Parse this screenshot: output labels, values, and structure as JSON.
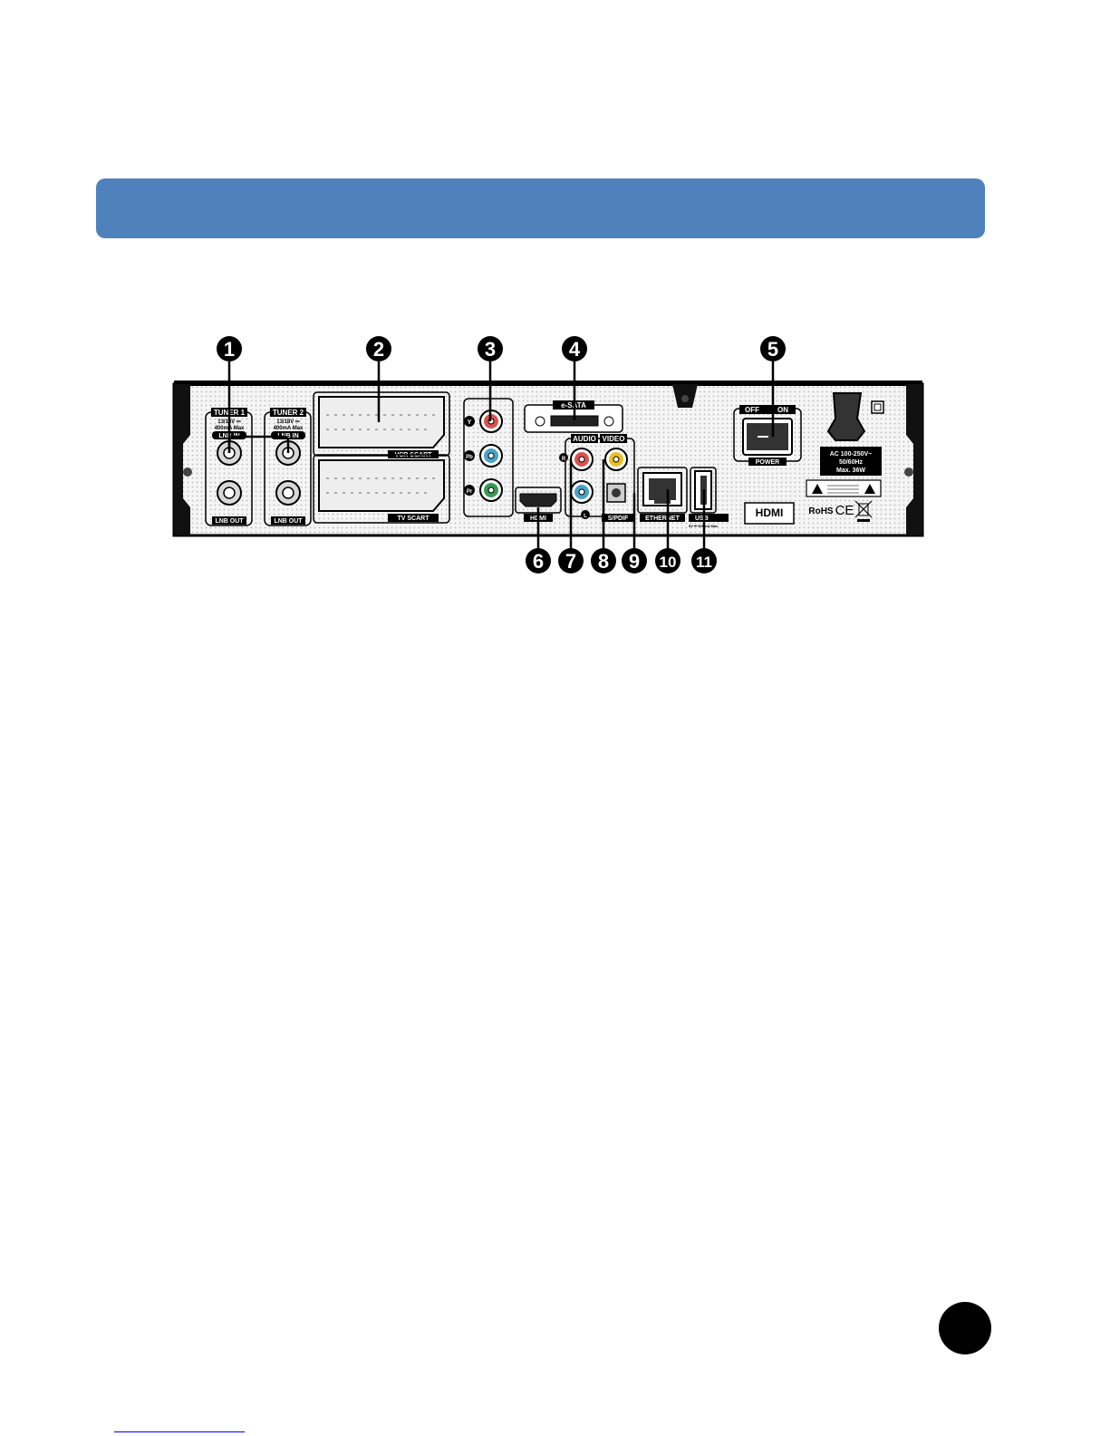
{
  "panel": {
    "tuner1": "TUNER 1",
    "tuner2": "TUNER 2",
    "tuner_spec_1": "13/18V ⎓",
    "tuner_spec_2": "400mA Max",
    "lnb_in": "LNB IN",
    "lnb_out": "LNB OUT",
    "vcr_scart": "VCR SCART",
    "tv_scart": "TV SCART",
    "comp_y": "Y",
    "comp_pb": "Pb",
    "comp_pr": "Pr",
    "esata": "e-SATA",
    "audio": "AUDIO",
    "video": "VIDEO",
    "audio_r": "R",
    "audio_l": "L",
    "spdif": "S/PDIF",
    "ethernet": "ETHERNET",
    "usb": "USB",
    "usb_spec": "5V ⎓ 500mA Max",
    "hdmi": "HDMI",
    "off": "OFF",
    "on": "ON",
    "power": "POWER",
    "ac1": "AC 100-250V~",
    "ac2": "50/60Hz",
    "ac3": "Max. 36W",
    "hdmi_logo": "HDMI",
    "rohs": "RoHS",
    "ce": "CE"
  },
  "callouts": [
    "1",
    "2",
    "3",
    "4",
    "5",
    "6",
    "7",
    "8",
    "9",
    "10",
    "11"
  ],
  "colors": {
    "banner": "#4f81bd",
    "panel_bg": "#f4f4f4",
    "jack_y": "#d9534f",
    "jack_pb": "#4aa3c8",
    "jack_pr": "#3a9a52",
    "jack_video": "#e8c020"
  }
}
